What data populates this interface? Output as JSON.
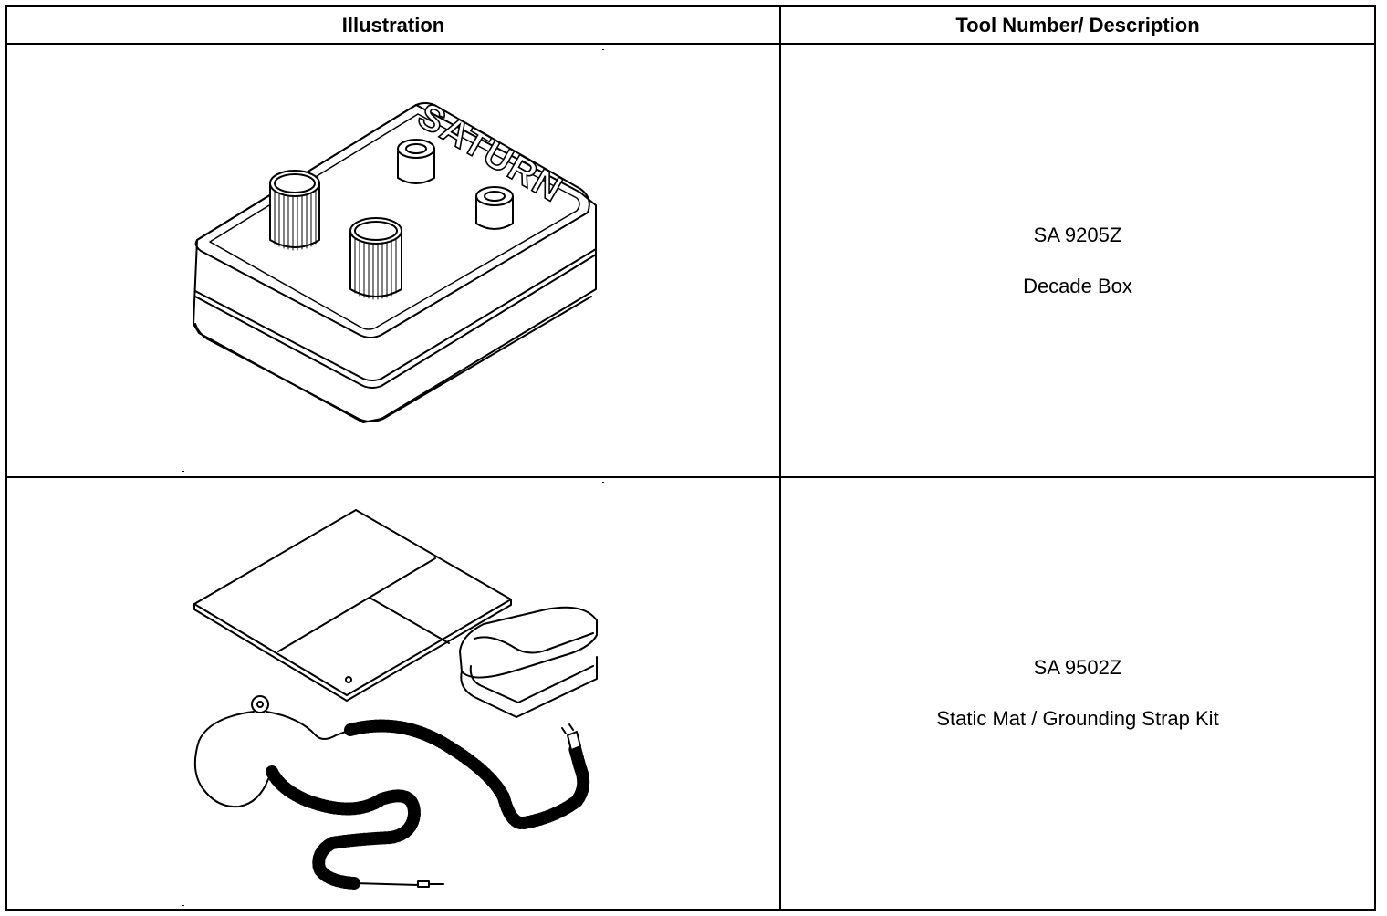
{
  "table": {
    "headers": {
      "illustration": "Illustration",
      "description": "Tool Number/ Description"
    },
    "rows": [
      {
        "tool_number": "SA 9205Z",
        "description": "Decade Box",
        "illustration_icon": "decade-box-icon",
        "brand_text": "SATURN"
      },
      {
        "tool_number": "SA 9502Z",
        "description": "Static Mat / Grounding Strap Kit",
        "illustration_icon": "static-mat-kit-icon"
      }
    ]
  }
}
